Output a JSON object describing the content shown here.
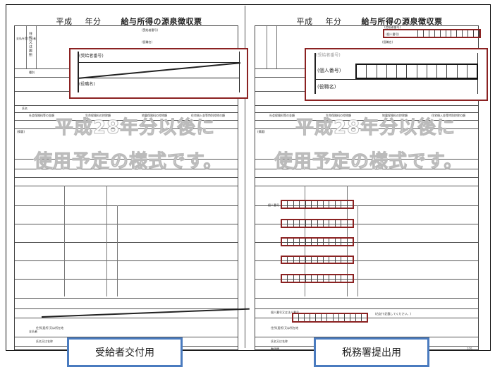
{
  "left_form": {
    "title_era": "平成",
    "title_year": "年分",
    "title_main": "給与所得の源泉徴収票",
    "labels": {
      "payee": "支払を受ける者",
      "address": "住所又は居所",
      "recipient_no": "(受給者番号)",
      "position": "(役職名)",
      "type": "種別",
      "social_ins": "社会保険料等の金額",
      "life_ins": "生命保険料の控除額",
      "quake_ins": "地震保険料の控除額",
      "housing": "住宅借入金等特別控除の額",
      "summary": "(摘要)",
      "spouse_name": "氏名",
      "payer_address": "住所(居所)又は所在地",
      "payer_name": "氏名又は名称",
      "payer": "支払者"
    },
    "callout": {
      "recipient_no": "(受給者番号)",
      "position": "(役職名)"
    },
    "watermark_line1": "平成28年分以後に",
    "watermark_line2": "使用予定の様式です。",
    "usage_label": "受給者交付用"
  },
  "right_form": {
    "title_era": "平成",
    "title_year": "年分",
    "title_main": "給与所得の源泉徴収票",
    "labels": {
      "recipient_no": "(受給者番号)",
      "personal_no": "(個人番号)",
      "position": "(役職名)",
      "social_ins": "社会保険料等の金額",
      "life_ins": "生命保険料の控除額",
      "quake_ins": "地震保険料の控除額",
      "housing": "住宅借入金等特別控除の額",
      "summary": "(摘要)",
      "dependent_personal_no": "個人番号",
      "payer_no": "個人番号又は法人番号",
      "payer_note": "(右詰で記載してください。)",
      "payer_address": "住所(居所)又は所在地",
      "payer_name": "氏名又は名称",
      "reorg": "整理欄",
      "page_code": "375"
    },
    "callout": {
      "recipient_no": "(受給者番号)",
      "personal_no": "(個人番号)",
      "position": "(役職名)"
    },
    "watermark_line1": "平成28年分以後に",
    "watermark_line2": "使用予定の様式です。",
    "usage_label": "税務署提出用"
  },
  "colors": {
    "callout": "#8b2222",
    "label_border": "#4a7bbf"
  }
}
